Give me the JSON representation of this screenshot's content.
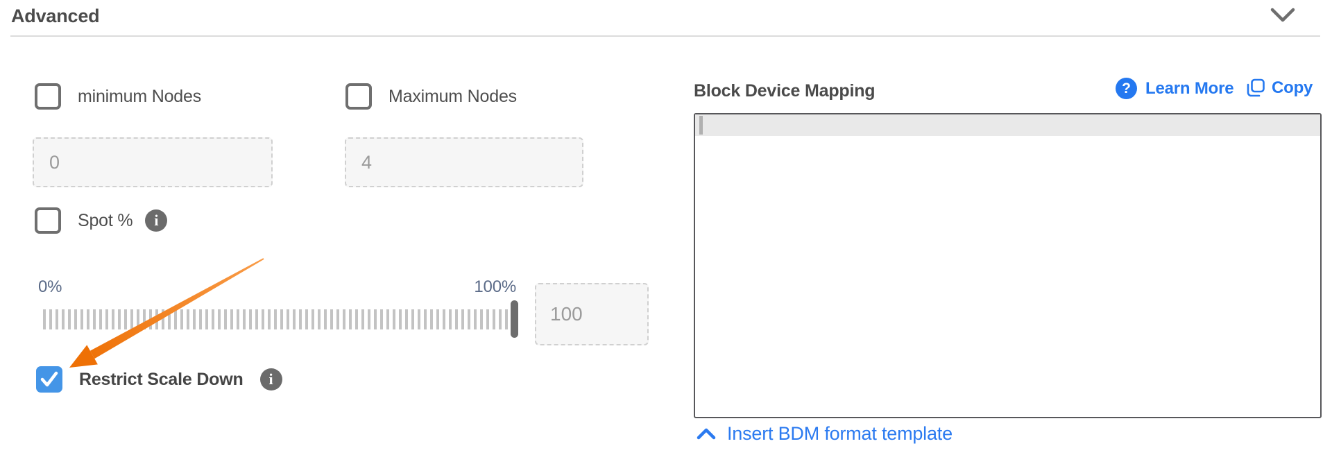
{
  "header": {
    "title": "Advanced"
  },
  "advanced_form": {
    "min_nodes": {
      "label": "minimum Nodes",
      "value": "0",
      "checked": false
    },
    "max_nodes": {
      "label": "Maximum Nodes",
      "value": "4",
      "checked": false
    },
    "spot_percent": {
      "label": "Spot %",
      "checked": false,
      "info_glyph": "i"
    },
    "slider": {
      "min_label": "0%",
      "max_label": "100%",
      "value": "100",
      "percent": 100
    },
    "restrict_scale_down": {
      "label": "Restrict Scale Down",
      "checked": true,
      "info_glyph": "i"
    }
  },
  "block_device_mapping": {
    "title": "Block Device Mapping",
    "learn_more_label": "Learn More",
    "learn_more_glyph": "?",
    "copy_label": "Copy",
    "editor_value": "",
    "insert_template_label": "Insert BDM format template"
  },
  "icons": {
    "header_collapse": "chevron-down-icon",
    "info": "info-icon",
    "learn_more": "question-circle-icon",
    "copy": "copy-icon",
    "insert_toggle": "chevron-up-icon",
    "annotation": "orange-arrow-annotation"
  },
  "colors": {
    "link_blue": "#2478f0",
    "checkbox_checked_blue": "#4495e7",
    "annotation_orange": "#ef7208",
    "slider_label_blue_gray": "#5a6a87",
    "divider_gray": "#dcdcdc",
    "editor_border": "#57575a",
    "editor_highlight_line": "#e9e9e9"
  }
}
